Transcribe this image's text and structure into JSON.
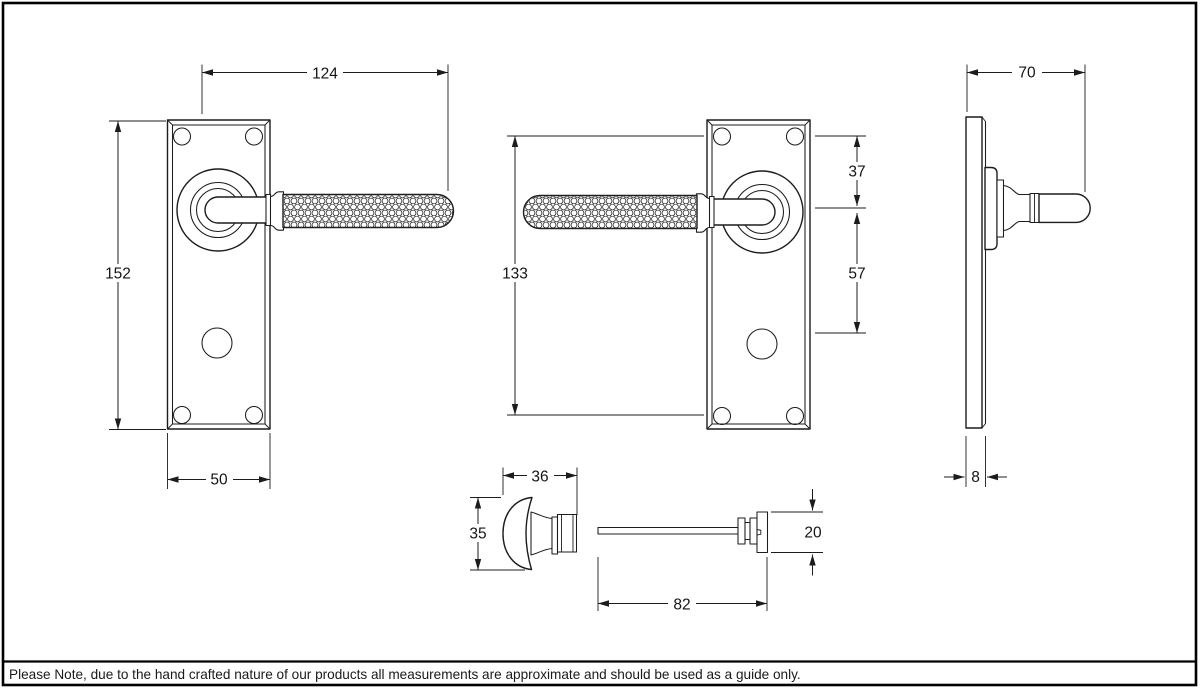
{
  "note": "Please Note, due to the hand crafted nature of our products all measurements are approximate and should be used as a guide only.",
  "dims": {
    "front_a": {
      "lever_length": "124",
      "plate_height": "152",
      "plate_width": "50"
    },
    "front_b": {
      "fixing_centres": "133",
      "top_to_spindle": "37",
      "spindle_to_turn": "57"
    },
    "side": {
      "projection": "70",
      "plate_thickness": "8"
    },
    "thumbturn": {
      "length": "36",
      "diameter": "35"
    },
    "spindle": {
      "length": "82",
      "release_diameter": "20"
    }
  },
  "colors": {
    "line": "#1c1c1c",
    "frame": "#000000",
    "background": "#ffffff"
  }
}
